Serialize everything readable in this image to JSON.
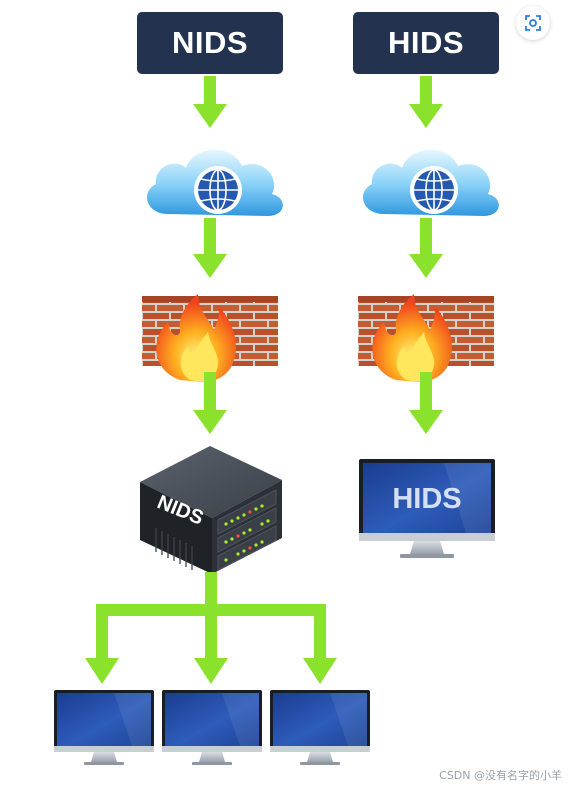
{
  "left_column": {
    "title": "NIDS",
    "server_label": "NIDS"
  },
  "right_column": {
    "title": "HIDS",
    "monitor_label": "HIDS"
  },
  "lens_button": {
    "icon": "lens-scan-icon"
  },
  "icons": {
    "cloud": "cloud-globe-icon",
    "firewall": "firewall-icon",
    "server": "server-icon",
    "monitor": "monitor-icon",
    "arrow": "arrow-down-icon"
  },
  "colors": {
    "title_bg": "#22324f",
    "arrow": "#8be22c",
    "cloud_light": "#cdeefd",
    "cloud_dark": "#3aa6e8",
    "globe": "#1f56a8",
    "brick": "#b9502a",
    "flame": "#f58220",
    "server_body": "#2a2d33",
    "screen": "#1f4ea1"
  },
  "watermark": "CSDN @没有名字的小羊"
}
